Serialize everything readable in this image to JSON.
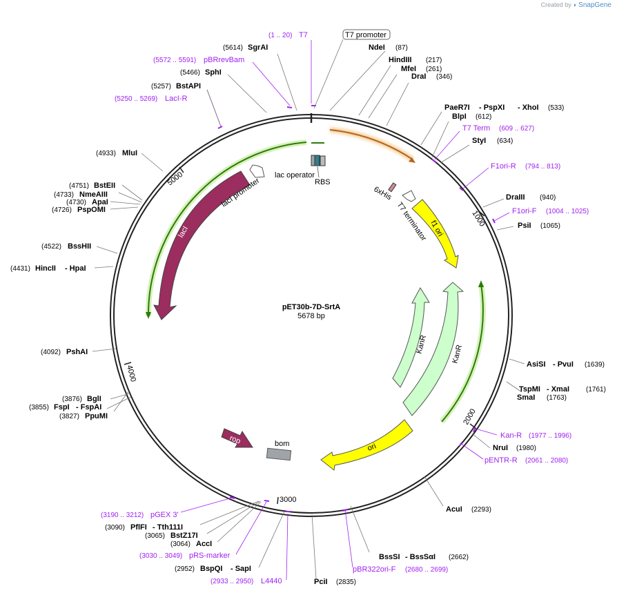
{
  "brand": {
    "created_by": "Created by",
    "name": "SnapGene"
  },
  "plasmid": {
    "name": "pET30b-7D-SrtA",
    "length": "5678 bp"
  },
  "ticks": [
    "1000",
    "2000",
    "3000",
    "4000",
    "5000"
  ],
  "features": {
    "t7_promoter": "T7 promoter",
    "lac_operator": "lac operator",
    "rbs": "RBS",
    "his": "6xHis",
    "t7_terminator": "T7 terminator",
    "f1_ori": "f1 ori",
    "kanr_1": "KanR",
    "kanr_2": "KanR",
    "ori": "ori",
    "bom": "bom",
    "rop": "rop",
    "laci": "lacI",
    "laci_promoter": "lacI promoter"
  },
  "enzymes": {
    "sgrai": {
      "name": "SgrAI",
      "pos": "(5614)"
    },
    "ndei": {
      "name": "NdeI",
      "pos": "(87)"
    },
    "sphi": {
      "name": "SphI",
      "pos": "(5466)"
    },
    "hindiii": {
      "name": "HindIII",
      "pos": "(217)"
    },
    "mfei": {
      "name": "MfeI",
      "pos": "(261)"
    },
    "drai": {
      "name": "DraI",
      "pos": "(346)"
    },
    "bstapi": {
      "name": "BstAPI",
      "pos": "(5257)"
    },
    "paer7i": {
      "name": "PaeR7I",
      "name2": "- PspXI",
      "name3": "- XhoI",
      "pos": "(533)"
    },
    "blpi": {
      "name": "BlpI",
      "pos": "(612)"
    },
    "styi": {
      "name": "StyI",
      "pos": "(634)"
    },
    "mlui": {
      "name": "MluI",
      "pos": "(4933)"
    },
    "dralll": {
      "name": "DraIII",
      "pos": "(940)"
    },
    "bsteii": {
      "name": "BstEII",
      "pos": "(4751)"
    },
    "nmeaiii": {
      "name": "NmeAIII",
      "pos": "(4733)"
    },
    "apai": {
      "name": "ApaI",
      "pos": "(4730)"
    },
    "pspomi": {
      "name": "PspOMI",
      "pos": "(4726)"
    },
    "psii": {
      "name": "PsiI",
      "pos": "(1065)"
    },
    "bsshii": {
      "name": "BssHII",
      "pos": "(4522)"
    },
    "hincii": {
      "name": "HincII",
      "name2": "- HpaI",
      "pos": "(4431)"
    },
    "asisi": {
      "name": "AsiSI",
      "name2": "- PvuI",
      "pos": "(1639)"
    },
    "pshai": {
      "name": "PshAI",
      "pos": "(4092)"
    },
    "tspmi": {
      "name": "TspMI",
      "name2": "- XmaI",
      "pos": "(1761)"
    },
    "smai": {
      "name": "SmaI",
      "pos": "(1763)"
    },
    "bgli": {
      "name": "BglI",
      "pos": "(3876)"
    },
    "fspi": {
      "name": "FspI",
      "name2": "- FspAI",
      "pos": "(3855)"
    },
    "ppumi": {
      "name": "PpuMI",
      "pos": "(3827)"
    },
    "nrui": {
      "name": "NruI",
      "pos": "(1980)"
    },
    "acui": {
      "name": "AcuI",
      "pos": "(2293)"
    },
    "pflfi": {
      "name": "PflFI",
      "name2": "- Tth111I",
      "pos": "(3090)"
    },
    "bstz17i": {
      "name": "BstZ17I",
      "pos": "(3065)"
    },
    "acci": {
      "name": "AccI",
      "pos": "(3064)"
    },
    "bssi": {
      "name": "BssSI",
      "name2": "- BssSαI",
      "pos": "(2662)"
    },
    "bspqi": {
      "name": "BspQI",
      "name2": "- SapI",
      "pos": "(2952)"
    },
    "pcii": {
      "name": "PciI",
      "pos": "(2835)"
    }
  },
  "primers": {
    "t7": {
      "name": "T7",
      "pos": "(1 .. 20)"
    },
    "pbrrevbam": {
      "name": "pBRrevBam",
      "pos": "(5572 .. 5591)"
    },
    "laci_r": {
      "name": "LacI-R",
      "pos": "(5250 .. 5269)"
    },
    "t7_term": {
      "name": "T7 Term",
      "pos": "(609 .. 627)"
    },
    "f1ori_r": {
      "name": "F1ori-R",
      "pos": "(794 .. 813)"
    },
    "f1ori_f": {
      "name": "F1ori-F",
      "pos": "(1004 .. 1025)"
    },
    "kan_r": {
      "name": "Kan-R",
      "pos": "(1977 .. 1996)"
    },
    "pentr_r": {
      "name": "pENTR-R",
      "pos": "(2061 .. 2080)"
    },
    "pgex3": {
      "name": "pGEX 3'",
      "pos": "(3190 .. 3212)"
    },
    "prs_marker": {
      "name": "pRS-marker",
      "pos": "(3030 .. 3049)"
    },
    "pbr322ori_f": {
      "name": "pBR322ori-F",
      "pos": "(2680 .. 2699)"
    },
    "l4440": {
      "name": "L4440",
      "pos": "(2933 .. 2950)"
    }
  },
  "colors": {
    "primer": "#a020f0",
    "laci": "#9b2d5f",
    "f1ori": "#ffff00",
    "kanr": "#ccffcc",
    "promoter_green": "#2b7a0b",
    "bom": "#a0a4a8",
    "t7promoter_orange": "#d9822b"
  }
}
